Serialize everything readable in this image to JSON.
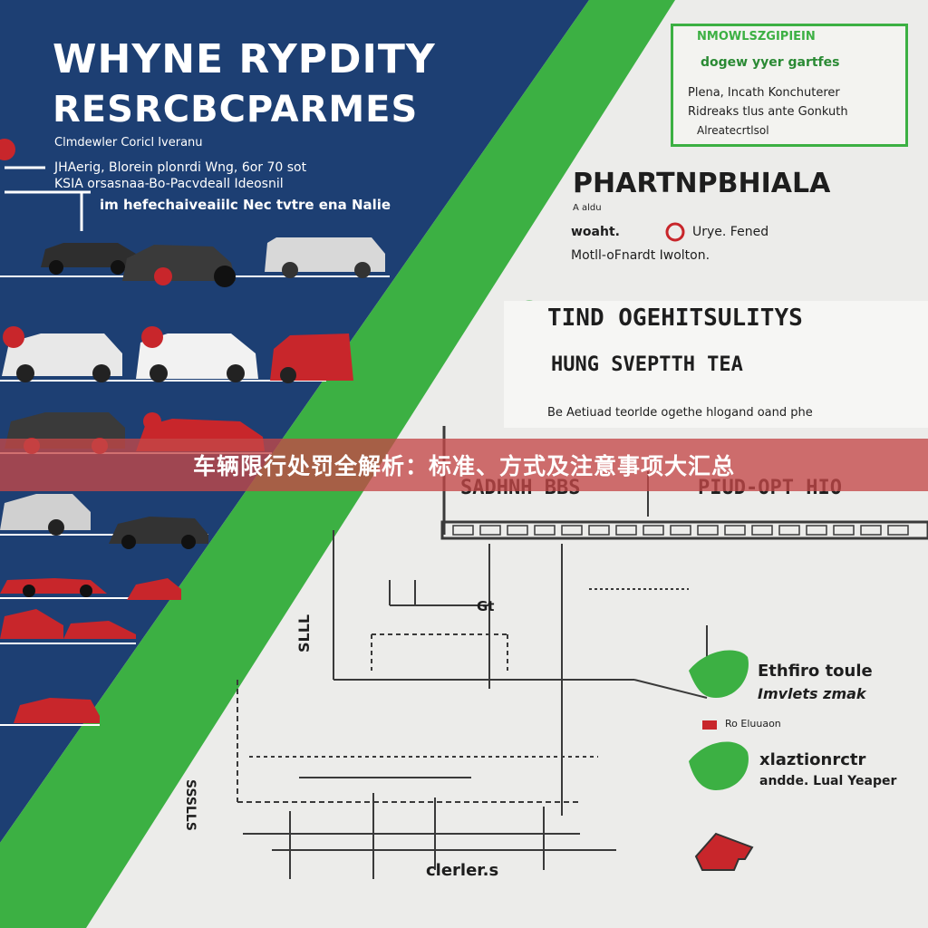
{
  "left": {
    "title_line1": "WHYNE RYPDITY",
    "title_line2": "RESRCBCPARMES",
    "subtitle": "Clmdewler Coricl Iveranu",
    "para_line1": "JHAerig, Blorein plonrdi Wng, 6or 70 sot",
    "para_line2": "KSIA orsasnaa-Bo-Pacvdeall Ideosnil",
    "para_line3": "im hefechaiveaiilc Nec tvtre ena Nalie"
  },
  "greenbox": {
    "header": "NMOWLSZGIPIEIN",
    "subtitle": "dogew yyer gartfes",
    "line1": "Plena, Incath Konchuterer",
    "line2": "Ridreaks tlus ante Gonkuth",
    "line3": "Alreatecrtlsol"
  },
  "right": {
    "heading1": "PHARTNPBHIALA",
    "small1": "A aldu",
    "row1_left": "woaht.",
    "row1_right": "Urye. Fened",
    "row2": "Motll-oFnardt Iwolton.",
    "card_line1": "TIND OGEHITSULITYS",
    "card_line2": "HUNG SVEPTTH TEA",
    "card_line3": "Be Aetiuad teorlde ogethe hlogand oand phe",
    "sect_left": "SADHNH BBS",
    "sect_right": "PIUD-OPT HIO",
    "label_gt": "Gt",
    "label_side": "SLLL",
    "label_side2": "SSSLLS",
    "label_bottom": "clerler.s",
    "legend1_a": "Ethfiro toule",
    "legend1_b": "Imvlets zmak",
    "legend_small": "Ro Eluuaon",
    "legend2_a": "xlaztionrctr",
    "legend2_b": "andde. Lual Yeaper"
  },
  "banner": {
    "text": "车辆限行处罚全解析：标准、方式及注意事项大汇总"
  },
  "colors": {
    "navy": "#1d3f73",
    "green": "#3cb043",
    "red": "#c8262b",
    "paper": "#ececea",
    "banner": "#c44848"
  }
}
